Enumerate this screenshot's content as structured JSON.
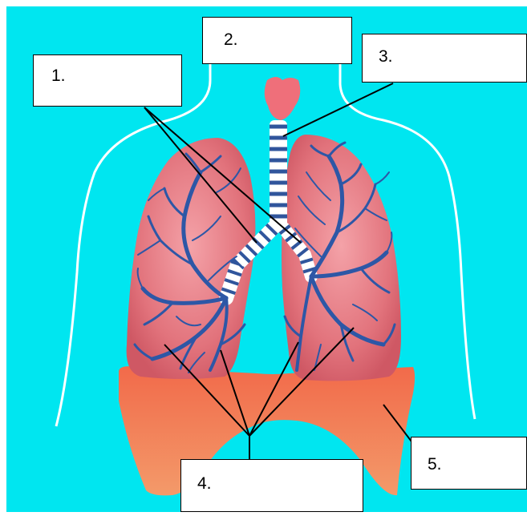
{
  "diagram": {
    "labels": {
      "l1": "1.",
      "l2": "2.",
      "l3": "3.",
      "l4": "4.",
      "l5": "5."
    },
    "colors": {
      "background": "#00e6f0",
      "lung": "#e2737c",
      "diaphragm": "#ee7b4a",
      "bronchi": "#2d57a6",
      "trachea_ring": "#30559c",
      "body_outline": "#ffffff",
      "larynx": "#ef6f7a"
    },
    "icons": {
      "lungs": "lungs-icon",
      "trachea": "trachea-icon",
      "diaphragm": "diaphragm-icon"
    }
  }
}
